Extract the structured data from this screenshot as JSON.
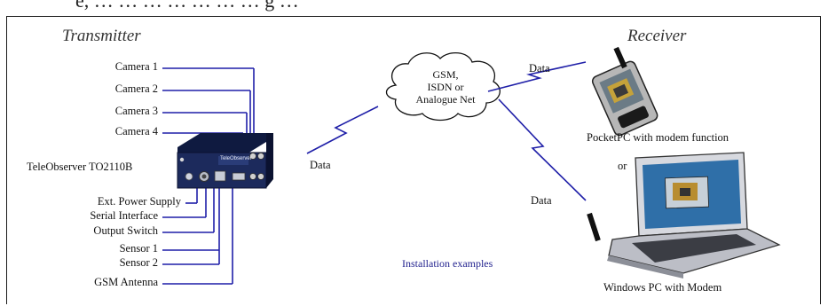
{
  "header_fragment": "e, … … … … … … … g …",
  "transmitter": {
    "title": "Transmitter",
    "device_label": "TeleObserver TO2110B",
    "device_face_text": "TeleObserver",
    "inputs": [
      "Camera 1",
      "Camera 2",
      "Camera 3",
      "Camera 4"
    ],
    "outputs": [
      "Ext. Power Supply",
      "Serial Interface",
      "Output Switch",
      "Sensor 1",
      "Sensor 2",
      "GSM Antenna"
    ]
  },
  "network": {
    "cloud_lines": [
      "GSM,",
      "ISDN or",
      "Analogue Net"
    ]
  },
  "data_labels": {
    "transmitter_link": "Data",
    "pocketpc_link": "Data",
    "pc_link": "Data"
  },
  "receiver": {
    "title": "Receiver",
    "pocketpc_caption": "PocketPC with modem function",
    "or_text": "or",
    "pc_caption": "Windows PC with Modem"
  },
  "footer_note": "Installation examples",
  "colors": {
    "link_blue": "#1f1fa8",
    "device_body": "#1c2a5c",
    "frame": "#1a1a1a"
  }
}
